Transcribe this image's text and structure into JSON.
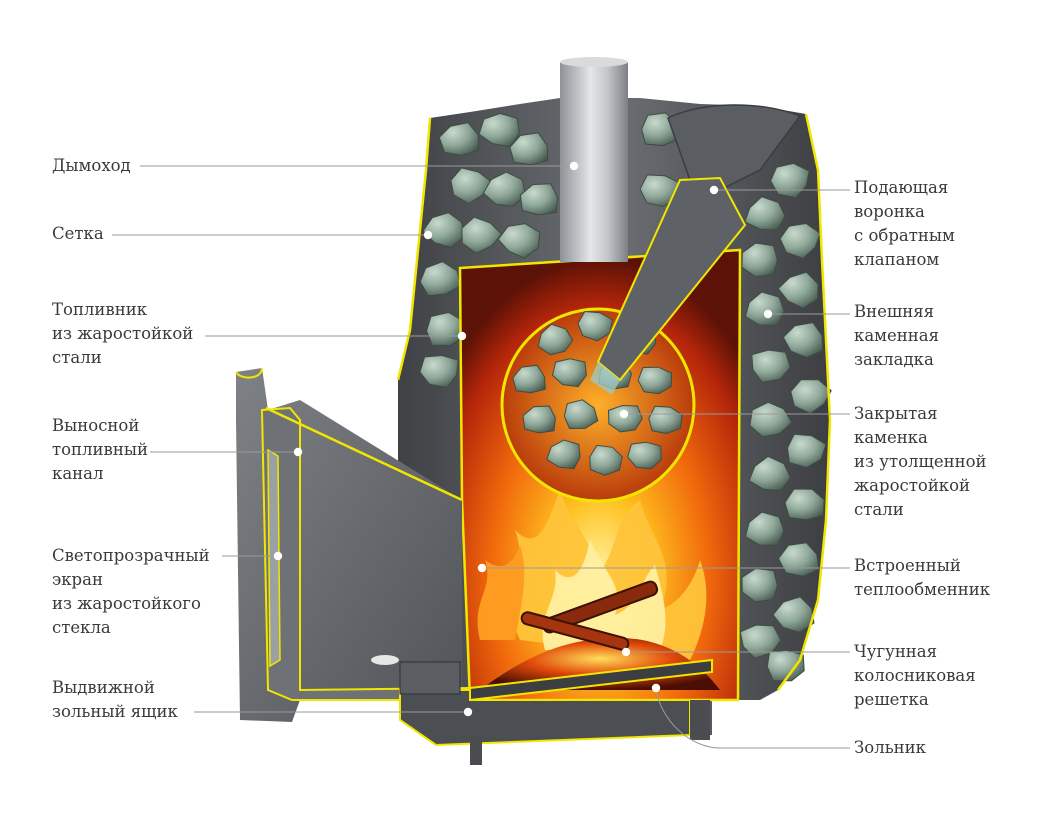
{
  "labels_left": [
    {
      "id": "dymokhod",
      "text": "Дымоход"
    },
    {
      "id": "setka",
      "text": "Сетка"
    },
    {
      "id": "toplivnik",
      "text": "Топливник\nиз жаростойкой\nстали"
    },
    {
      "id": "kanal",
      "text": "Выносной\nтопливный\nканал"
    },
    {
      "id": "ekran",
      "text": "Светопрозрачный\nэкран\nиз жаростойкого\nстекла"
    },
    {
      "id": "yashchik",
      "text": "Выдвижной\nзольный ящик"
    }
  ],
  "labels_right": [
    {
      "id": "voronka",
      "text": "Подающая\nворонка\nс обратным\nклапаном"
    },
    {
      "id": "zakladka",
      "text": "Внешняя\nкаменная\nзакладка"
    },
    {
      "id": "kamenka",
      "text": "Закрытая\nкаменка\nиз утолщенной\nжаростойкой\nстали"
    },
    {
      "id": "teploobmennik",
      "text": "Встроенный\nтеплообменник"
    },
    {
      "id": "reshetka",
      "text": "Чугунная\nколосниковая\nрешетка"
    },
    {
      "id": "zolnik",
      "text": "Зольник"
    }
  ],
  "colors": {
    "text": "#3a3a3a",
    "leader": "#9a9a9a",
    "outline": "#f2e600",
    "steel_dark": "#4a4c50",
    "steel_mid": "#6d7074",
    "steel_light": "#a8abae",
    "stone": "#8fa89a",
    "stone_dark": "#4f6458",
    "fire_core": "#ffd23a",
    "fire_mid": "#ff7a10",
    "fire_dark": "#c2280a",
    "ember": "#6a1a08"
  }
}
